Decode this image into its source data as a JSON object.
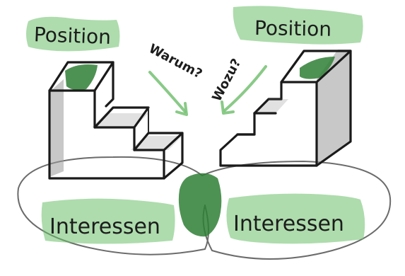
{
  "left": {
    "position_label": "Position",
    "interest_label": "Interessen"
  },
  "right": {
    "position_label": "Position",
    "interest_label": "Interessen"
  },
  "questions": {
    "why": "Warum?",
    "what_for": "Wozu?"
  },
  "colors": {
    "highlight_green": "#6cc06a",
    "dark_green": "#2f7f35",
    "ink": "#1a1a1a",
    "loop_gray": "#6b6b6b"
  }
}
